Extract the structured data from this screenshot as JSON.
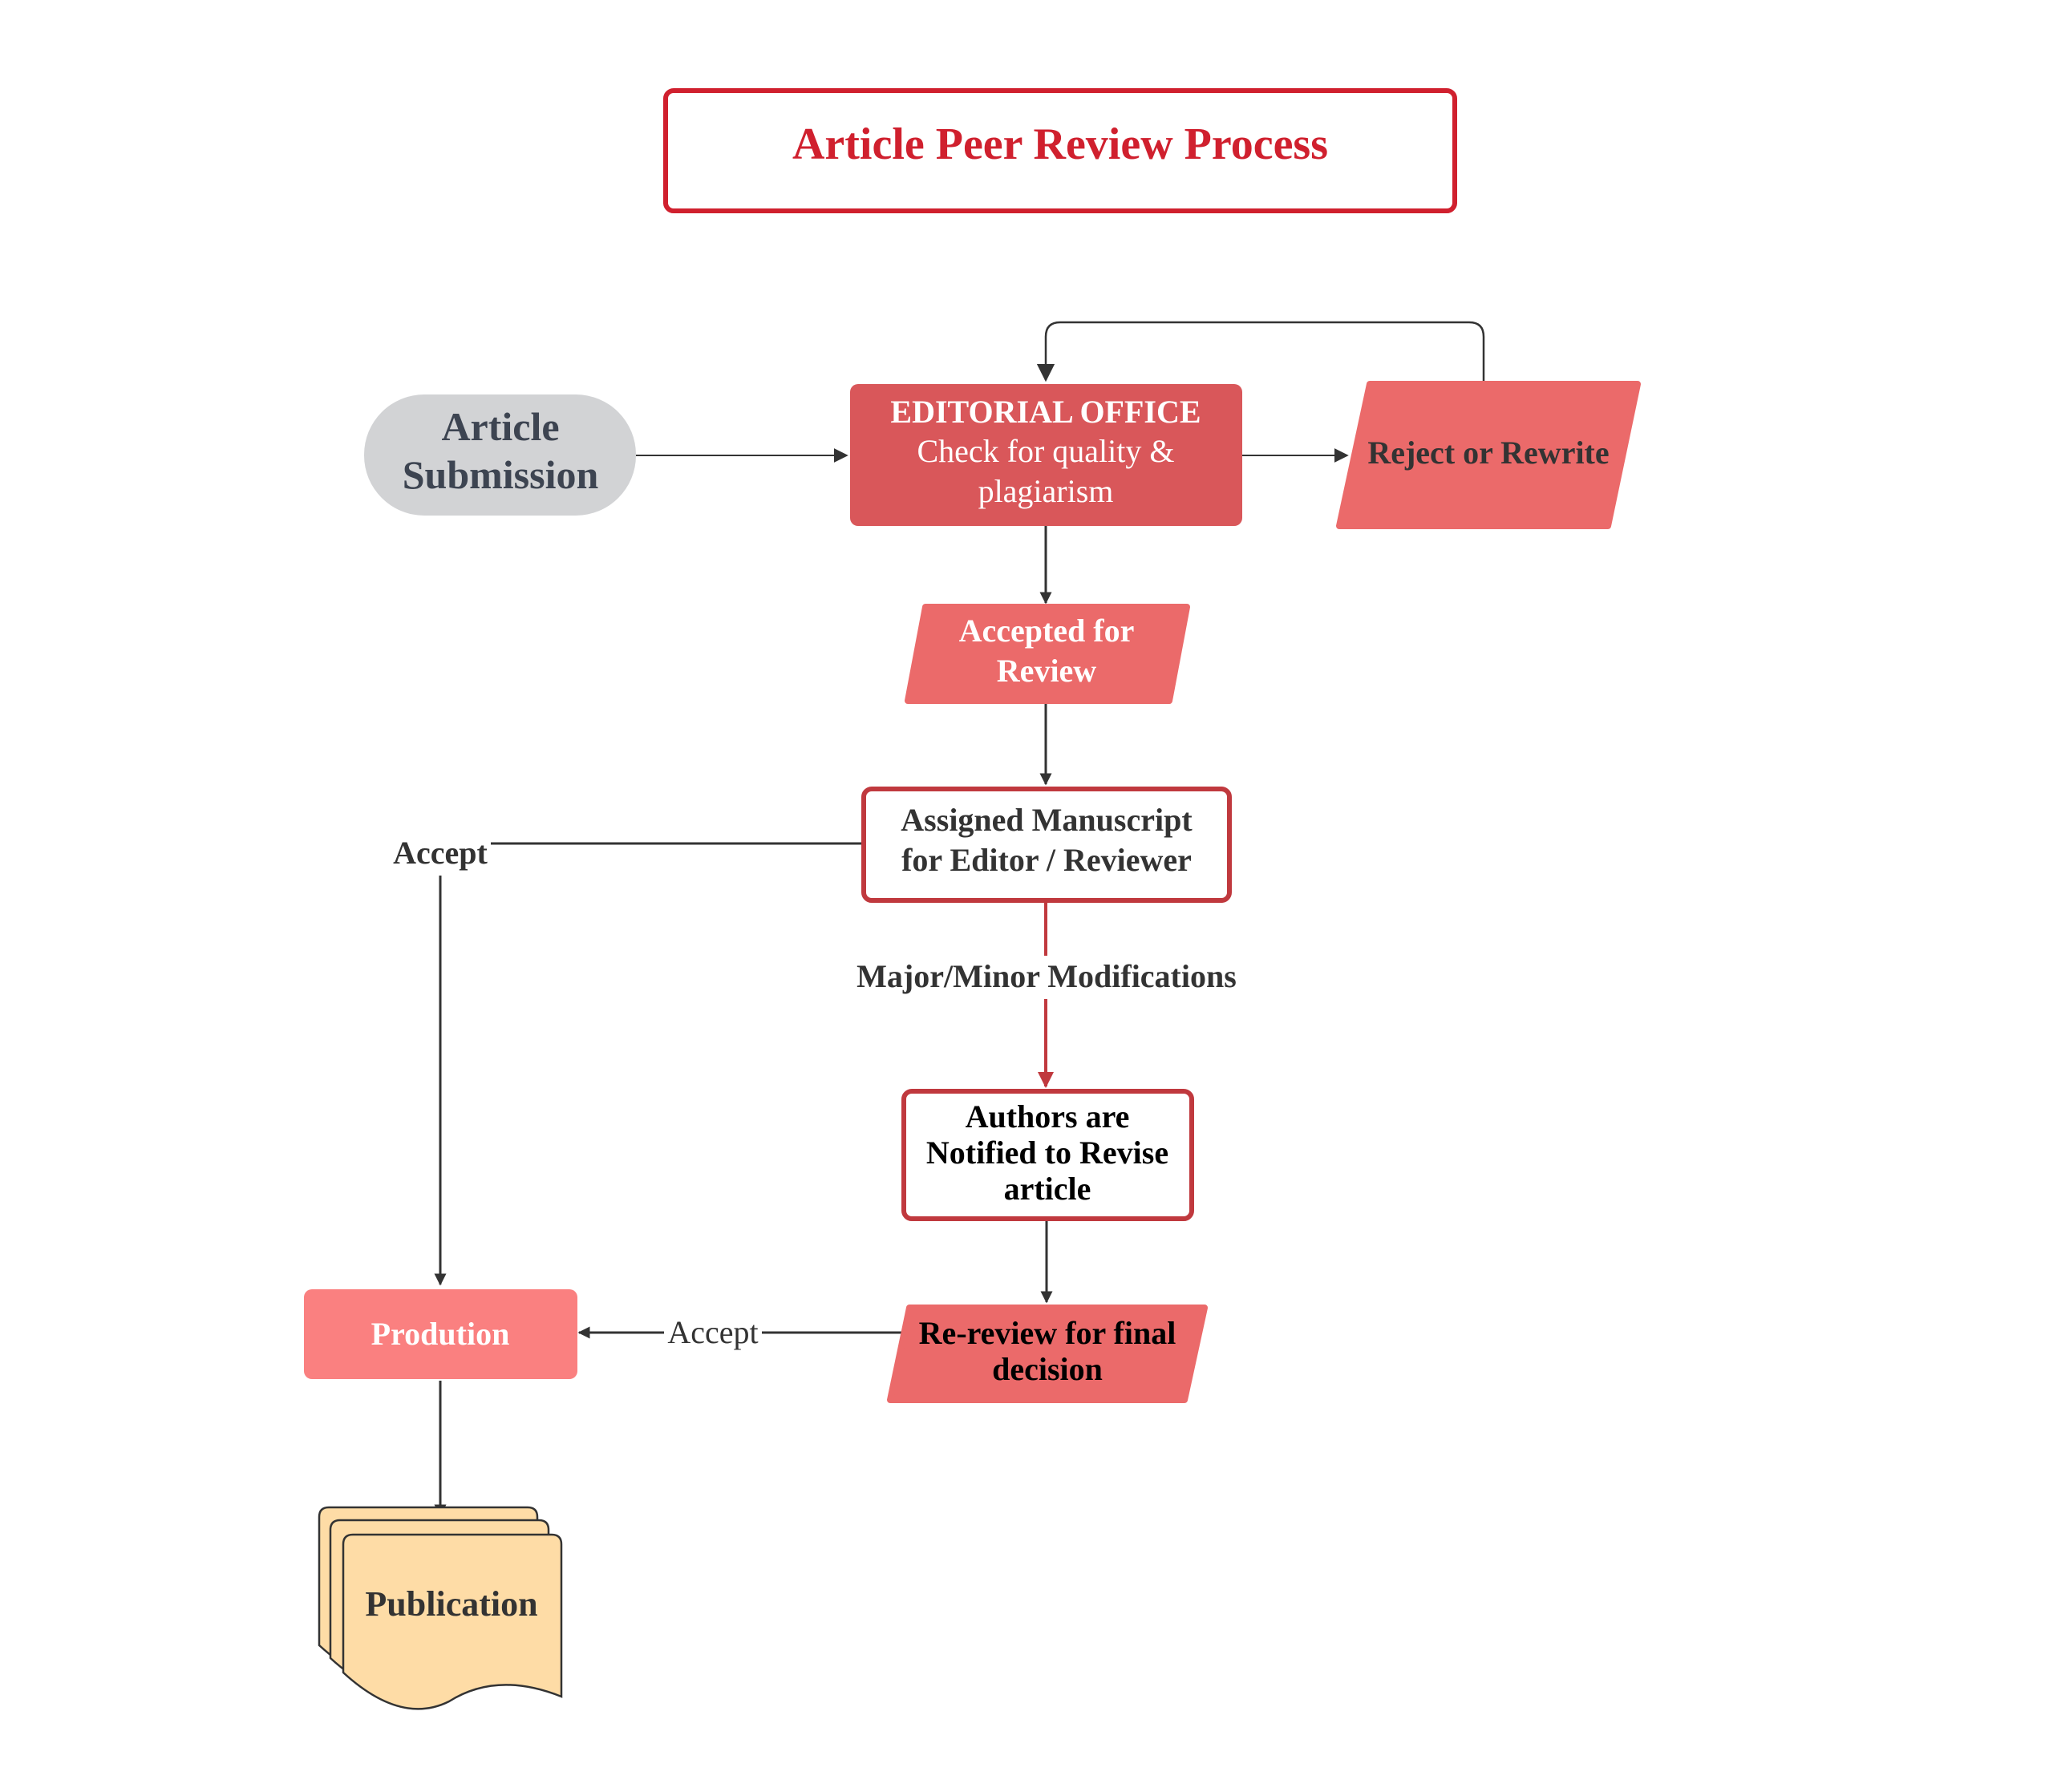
{
  "title": "Article Peer Review Process",
  "nodes": {
    "article_submission": {
      "line1": "Article",
      "line2": "Submission"
    },
    "editorial_office": {
      "heading": "EDITORIAL OFFICE",
      "line1": "Check for quality &",
      "line2": "plagiarism"
    },
    "reject_or_rewrite": {
      "label": "Reject or Rewrite"
    },
    "accepted_for_review": {
      "line1": "Accepted for",
      "line2": "Review"
    },
    "assigned_manuscript": {
      "line1": "Assigned Manuscript",
      "line2": "for Editor / Reviewer"
    },
    "authors_notified": {
      "line1": "Authors are",
      "line2": "Notified to Revise",
      "line3": "article"
    },
    "re_review": {
      "line1": "Re-review for final",
      "line2": "decision"
    },
    "production": {
      "label": "Prodution"
    },
    "publication": {
      "label": "Publication"
    }
  },
  "edge_labels": {
    "accept_top": "Accept",
    "modifications": "Major/Minor Modifications",
    "accept_bottom": "Accept"
  },
  "colors": {
    "title_red": "#d0202e",
    "editorial_fill": "#d9575a",
    "parallelogram_fill": "#eb6a6a",
    "production_fill": "#fa8080",
    "outline_red": "#c0393e",
    "submission_fill": "#d2d3d5",
    "publication_fill": "#fedca6",
    "dark_text": "#333333",
    "arrow": "#333333"
  }
}
